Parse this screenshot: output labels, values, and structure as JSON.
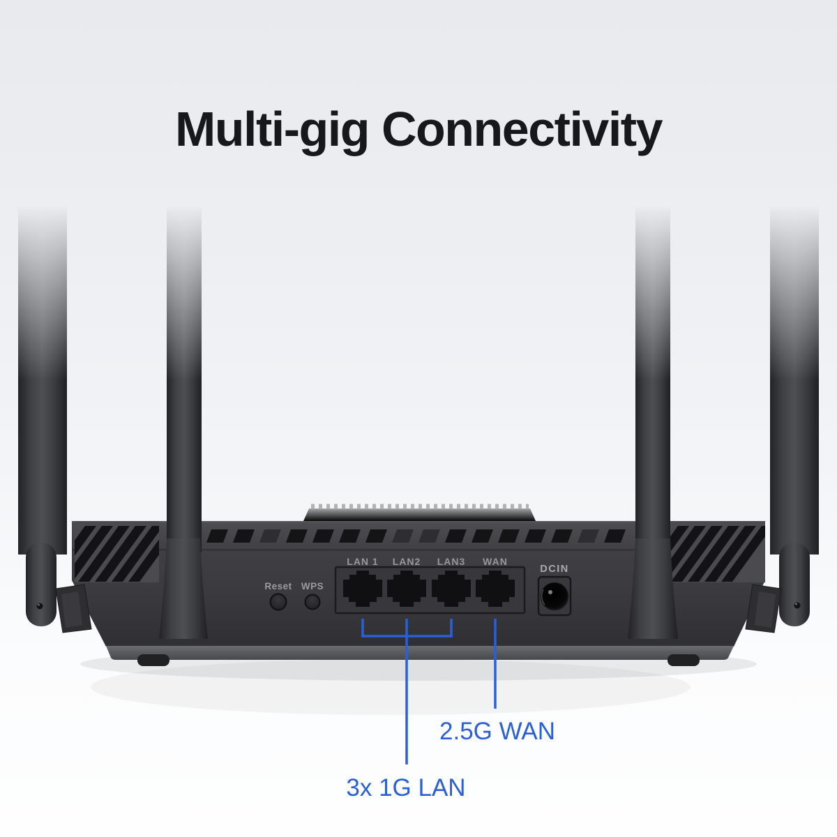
{
  "page": {
    "title": "Multi-gig Connectivity"
  },
  "rear_panel": {
    "reset_label": "Reset",
    "wps_label": "WPS",
    "port_labels": {
      "lan1": "LAN 1",
      "lan2": "LAN2",
      "lan3": "LAN3",
      "wan": "WAN"
    },
    "dc_in_label": "DCIN"
  },
  "callouts": {
    "accent_color": "#2b5fd9",
    "wan_label": "2.5G WAN",
    "lan_label": "3x 1G LAN"
  }
}
